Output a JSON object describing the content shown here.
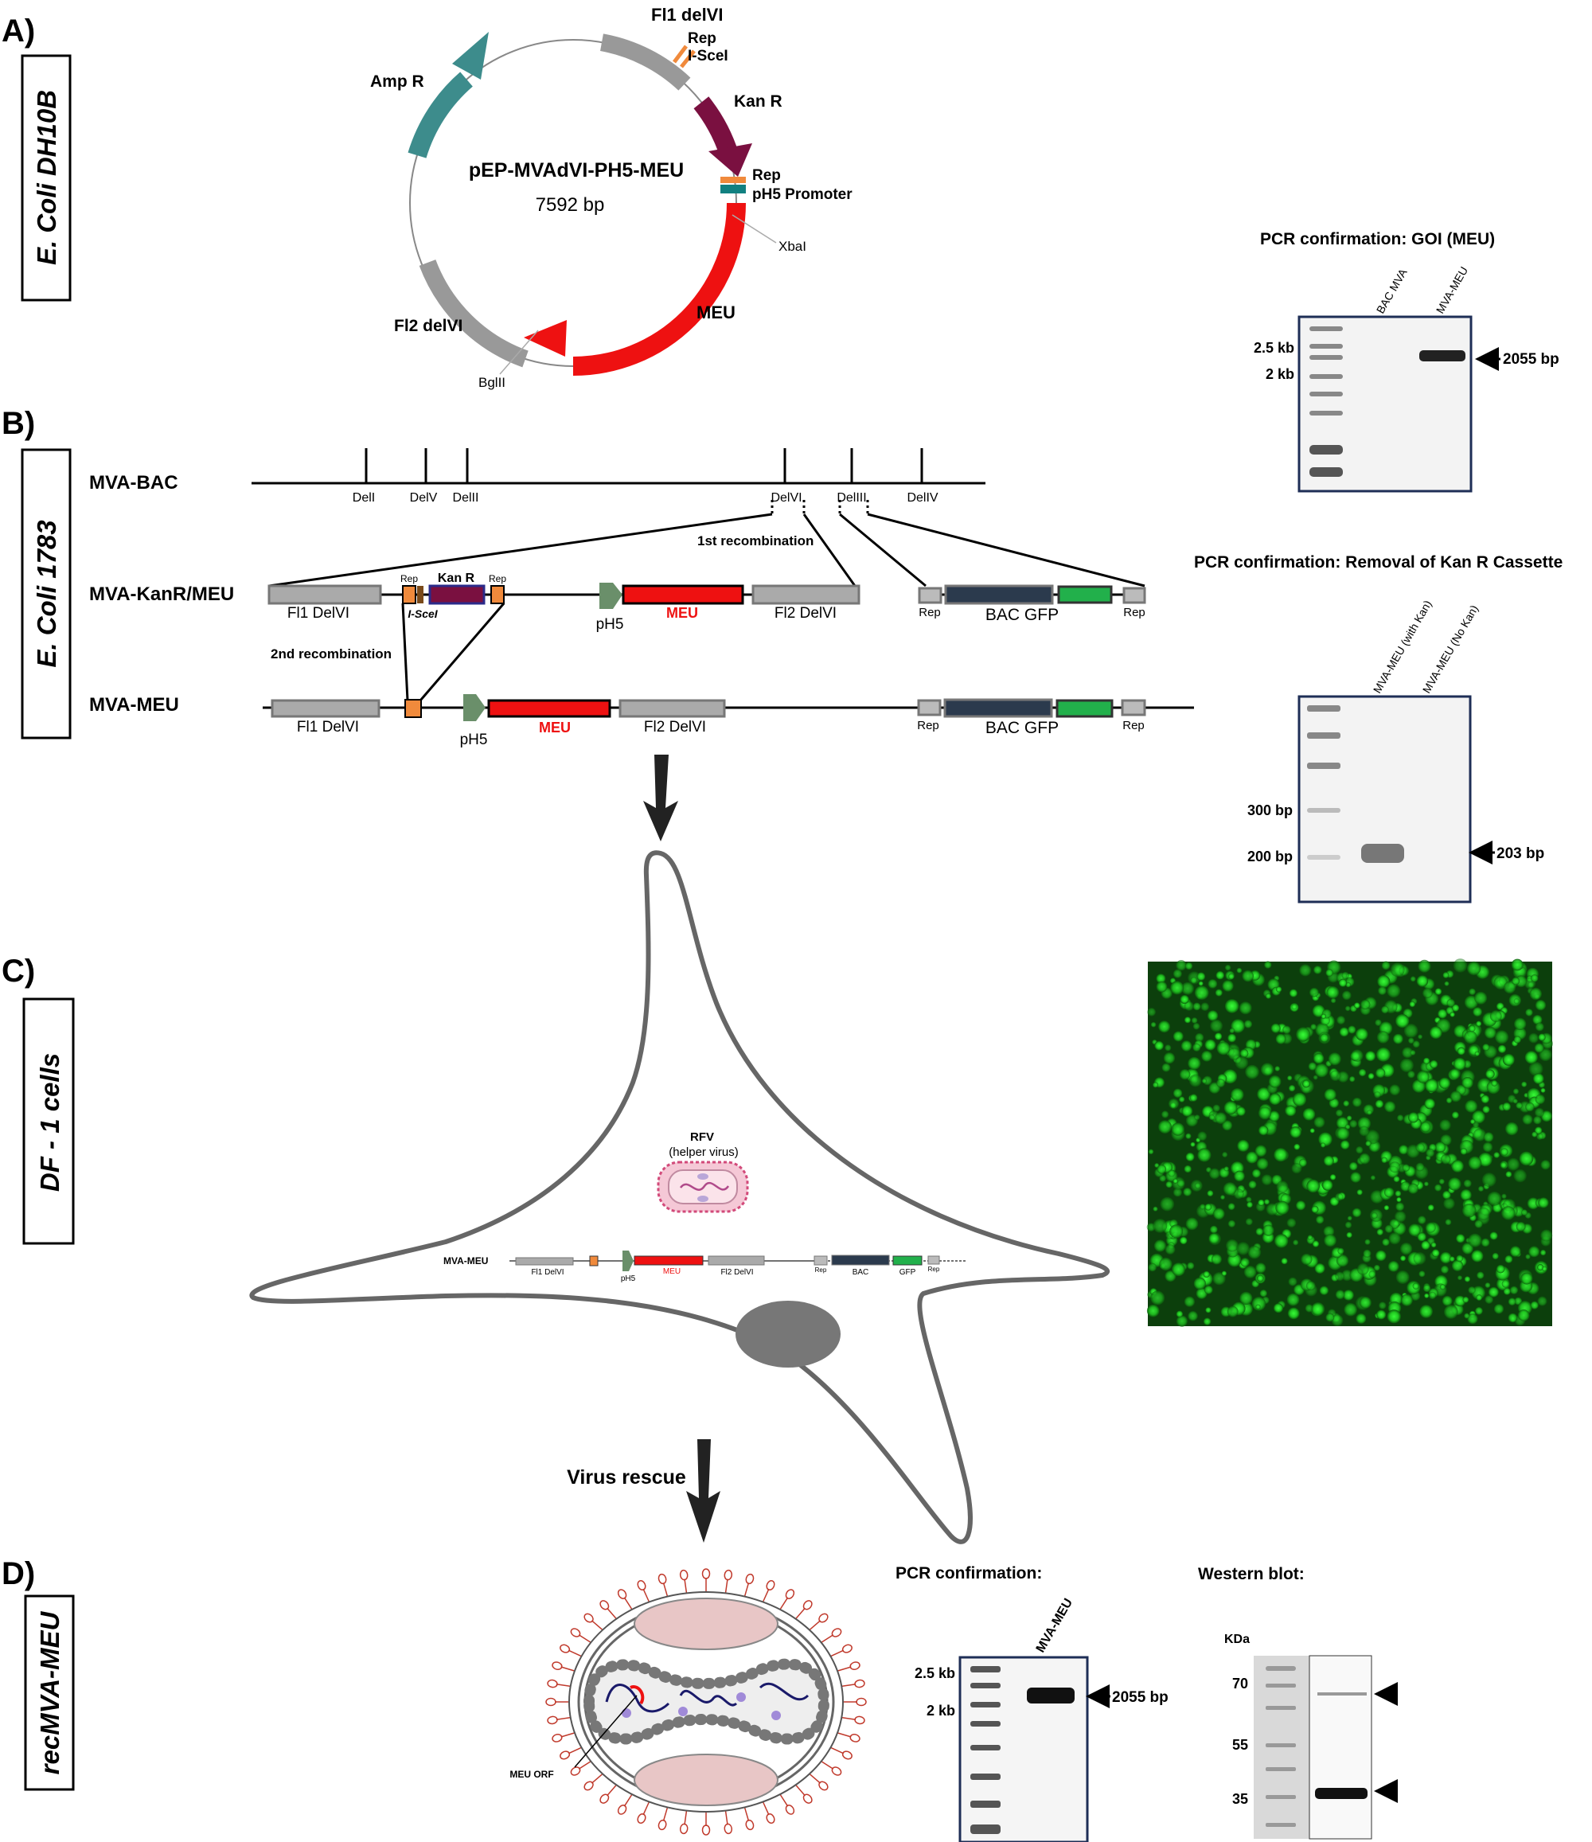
{
  "colors": {
    "amp": "#3d8c8c",
    "kan": "#7a1040",
    "meu": "#ee1111",
    "fl": "#999999",
    "rep": "#f08a3c",
    "bac": "#2b3a4d",
    "gfp": "#22b04b",
    "ph5": "#6a8f6a",
    "gel_border": "#1e2e56",
    "fluor": "#2ee82e"
  },
  "panels": {
    "a": {
      "letter": "A)",
      "host": "E. Coli DH10B"
    },
    "b": {
      "letter": "B)",
      "host": "E. Coli 1783"
    },
    "c": {
      "letter": "C)",
      "host": "DF - 1 cells"
    },
    "d": {
      "letter": "D)",
      "host": "recMVA-MEU"
    }
  },
  "plasmid": {
    "name": "pEP-MVAdVI-PH5-MEU",
    "size": "7592 bp",
    "labels": {
      "fl1": "Fl1 delVI",
      "rep1": "Rep",
      "scei": "I-SceI",
      "kan": "Kan R",
      "rep2": "Rep",
      "ph5": "pH5 Promoter",
      "xbai": "XbaI",
      "meu": "MEU",
      "fl2": "Fl2 delVI",
      "bglii": "BglII",
      "amp": "Amp R"
    }
  },
  "maps": {
    "bac": {
      "title": "MVA-BAC",
      "sites": [
        "DelI",
        "DelV",
        "DelII",
        "DelVI",
        "DelIII",
        "DelIV"
      ]
    },
    "recomb1": "1st recombination",
    "recomb2": "2nd recombination",
    "kanr": {
      "title": "MVA-KanR/MEU",
      "fl1": "Fl1 DelVI",
      "rep_a": "Rep",
      "kan": "Kan R",
      "rep_b": "Rep",
      "scei": "I-SceI",
      "ph5": "pH5",
      "meu": "MEU",
      "fl2": "Fl2 DelVI",
      "rep_c": "Rep",
      "bacgfp": "BAC GFP",
      "rep_d": "Rep"
    },
    "meu": {
      "title": "MVA-MEU",
      "fl1": "Fl1 DelVI",
      "ph5": "pH5",
      "meu": "MEU",
      "fl2": "Fl2 DelVI",
      "rep_c": "Rep",
      "bacgfp": "BAC GFP",
      "rep_d": "Rep"
    }
  },
  "cell": {
    "rfv_title": "RFV",
    "rfv_sub": "(helper virus)",
    "construct": {
      "title": "MVA-MEU",
      "fl1": "Fl1 DelVI",
      "ph5": "pH5",
      "meu": "MEU",
      "fl2": "Fl2 DelVI",
      "rep1": "Rep",
      "bac": "BAC",
      "gfp": "GFP",
      "rep2": "Rep"
    },
    "rescue": "Virus rescue"
  },
  "virion": {
    "orf": "MEU ORF"
  },
  "gel1": {
    "title": "PCR confirmation: GOI (MEU)",
    "lanes": [
      "BAC MVA",
      "MVA-MEU"
    ],
    "markers": [
      "2.5 kb",
      "2 kb"
    ],
    "band": "2055 bp"
  },
  "gel2": {
    "title": "PCR confirmation: Removal of  Kan R Cassette",
    "lanes": [
      "MVA-MEU (with Kan)",
      "MVA-MEU (No Kan)"
    ],
    "markers": [
      "300 bp",
      "200 bp"
    ],
    "band": "203 bp"
  },
  "gel3": {
    "title": "PCR confirmation:",
    "lanes": [
      "MVA-MEU"
    ],
    "markers": [
      "2.5 kb",
      "2 kb"
    ],
    "band": "2055 bp"
  },
  "wb": {
    "title": "Western blot:",
    "unit": "KDa",
    "markers": [
      "70",
      "55",
      "35"
    ]
  }
}
